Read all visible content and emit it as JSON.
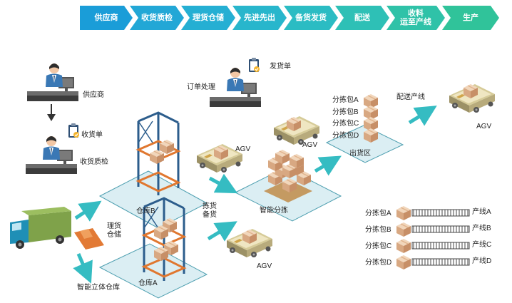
{
  "process_steps": [
    {
      "label": "供应商",
      "color": "#1a9dd8"
    },
    {
      "label": "收货质检",
      "color": "#22a7d6"
    },
    {
      "label": "理货仓储",
      "color": "#25afd3"
    },
    {
      "label": "先进先出",
      "color": "#28b6cc"
    },
    {
      "label": "备货发货",
      "color": "#2bbcc3"
    },
    {
      "label": "配送",
      "color": "#2ec0b6"
    },
    {
      "label": "收料\n运至产线",
      "color": "#2fc2a8"
    },
    {
      "label": "生产",
      "color": "#30c39a"
    }
  ],
  "labels": {
    "supplier": "供应商",
    "receipt_doc": "收货单",
    "receiving_qc": "收货质检",
    "order_processing": "订单处理",
    "shipping_doc": "发货单",
    "agv_top": "AGV",
    "agv_mid": "AGV",
    "agv_upper_right": "AGV",
    "agv_bottom": "AGV",
    "warehouse_b": "仓库B",
    "warehouse_a": "仓库A",
    "tally_storage": "理货\n仓储",
    "picking_stocking": "拣货\n备货",
    "smart_sorting": "智能分拣",
    "outbound_area": "出货区",
    "delivery_to_line": "配送产线",
    "smart_3d_warehouse": "智能立体仓库"
  },
  "sort_packages_stack": [
    "分拣包A",
    "分拣包B",
    "分拣包C",
    "分拣包D"
  ],
  "line_mapping": [
    {
      "package": "分拣包A",
      "line": "产线A"
    },
    {
      "package": "分拣包B",
      "line": "产线B"
    },
    {
      "package": "分拣包C",
      "line": "产线C"
    },
    {
      "package": "分拣包D",
      "line": "产线D"
    }
  ],
  "colors": {
    "arrow": "#35bcc2",
    "platform": "#dbeef3",
    "platform_border": "#4e9fb0",
    "rack_frame": "#2c5d8c",
    "rack_shelf": "#e0772f",
    "box": "#e9c7a8",
    "agv_body": "#b5a87a",
    "truck_cargo": "#7fa24a",
    "truck_cab": "#1f8fb6"
  }
}
